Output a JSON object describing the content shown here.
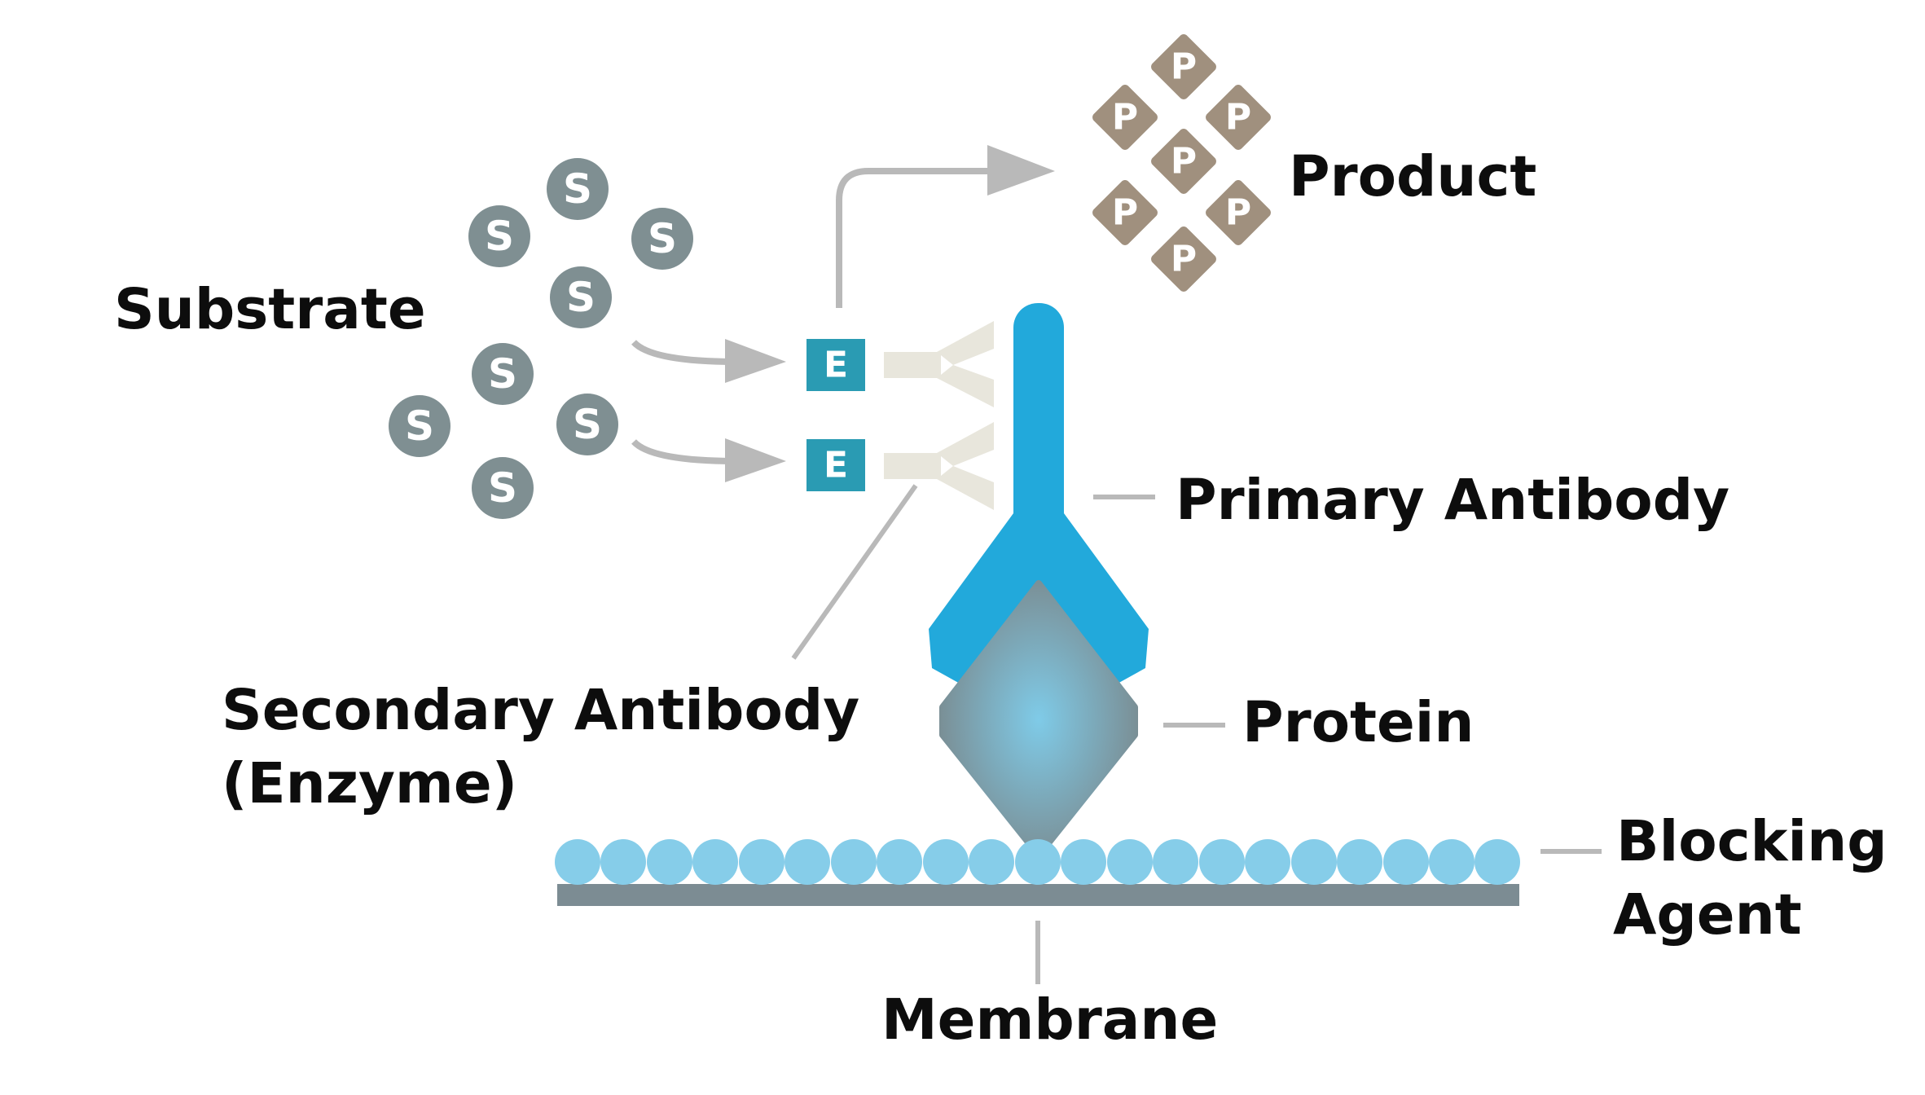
{
  "labels": {
    "substrate": "Substrate",
    "product": "Product",
    "primary_antibody": "Primary Antibody",
    "secondary_antibody_line1": "Secondary Antibody",
    "secondary_antibody_line2": "(Enzyme)",
    "protein": "Protein",
    "blocking_agent_line1": "Blocking",
    "blocking_agent_line2": "Agent",
    "membrane": "Membrane"
  },
  "glyphs": {
    "substrate": "S",
    "product": "P",
    "enzyme": "E"
  },
  "colors": {
    "substrate": "#7f8f92",
    "product": "#a0907e",
    "enzyme": "#2a9bb3",
    "primary_antibody": "#22a9db",
    "secondary_antibody": "#e8e6dc",
    "protein_center": "#7fcbe8",
    "protein_edge": "#7a8b90",
    "blocking_agent": "#86cde9",
    "membrane": "#7c8c93",
    "leader": "#b9b9b9"
  }
}
